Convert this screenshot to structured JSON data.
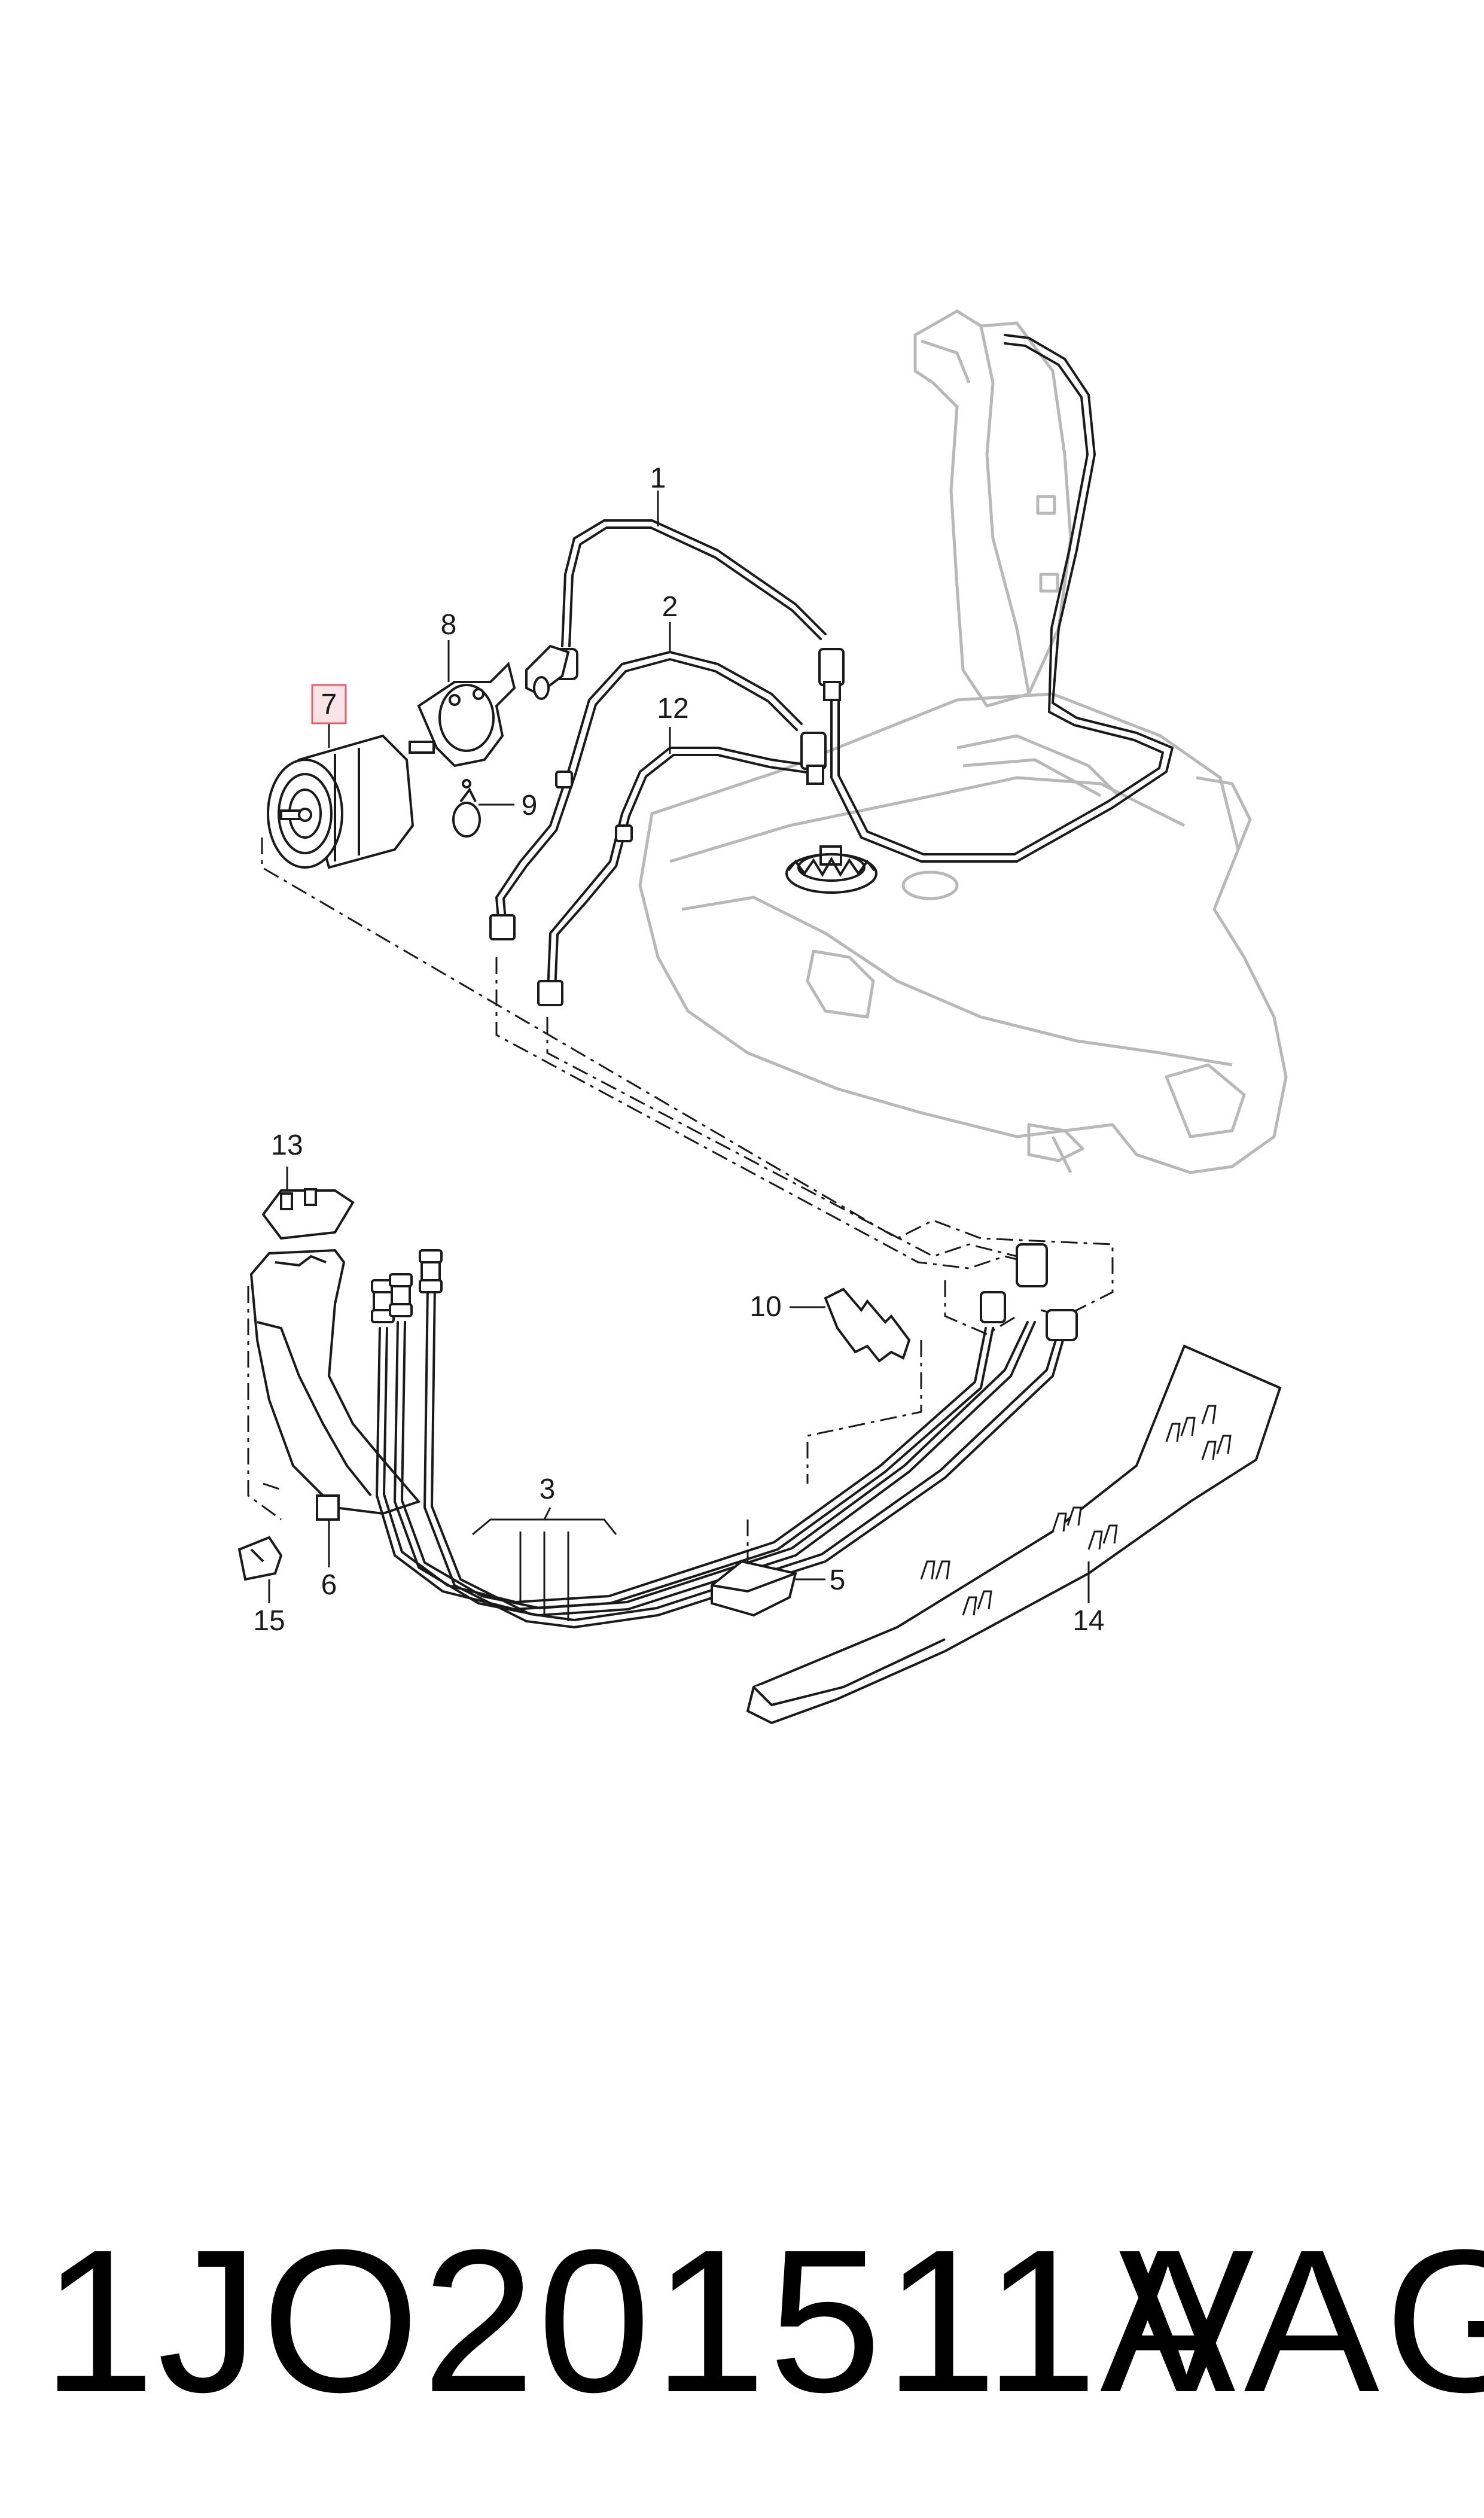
{
  "diagram": {
    "callouts": {
      "c1": "1",
      "c2": "2",
      "c3": "3",
      "c5": "5",
      "c6": "6",
      "c7": "7",
      "c8": "8",
      "c9": "9",
      "c10": "10",
      "c12": "12",
      "c13": "13",
      "c14": "14",
      "c15": "15"
    },
    "highlighted_callout": "7",
    "colors": {
      "line": "#1a1a1a",
      "tank_outline": "#b8b8b8",
      "highlight_border": "#e06070",
      "highlight_fill": "#fbe4e8"
    }
  },
  "footer": {
    "part_code": "1JO201511A",
    "brand": "VAG"
  }
}
